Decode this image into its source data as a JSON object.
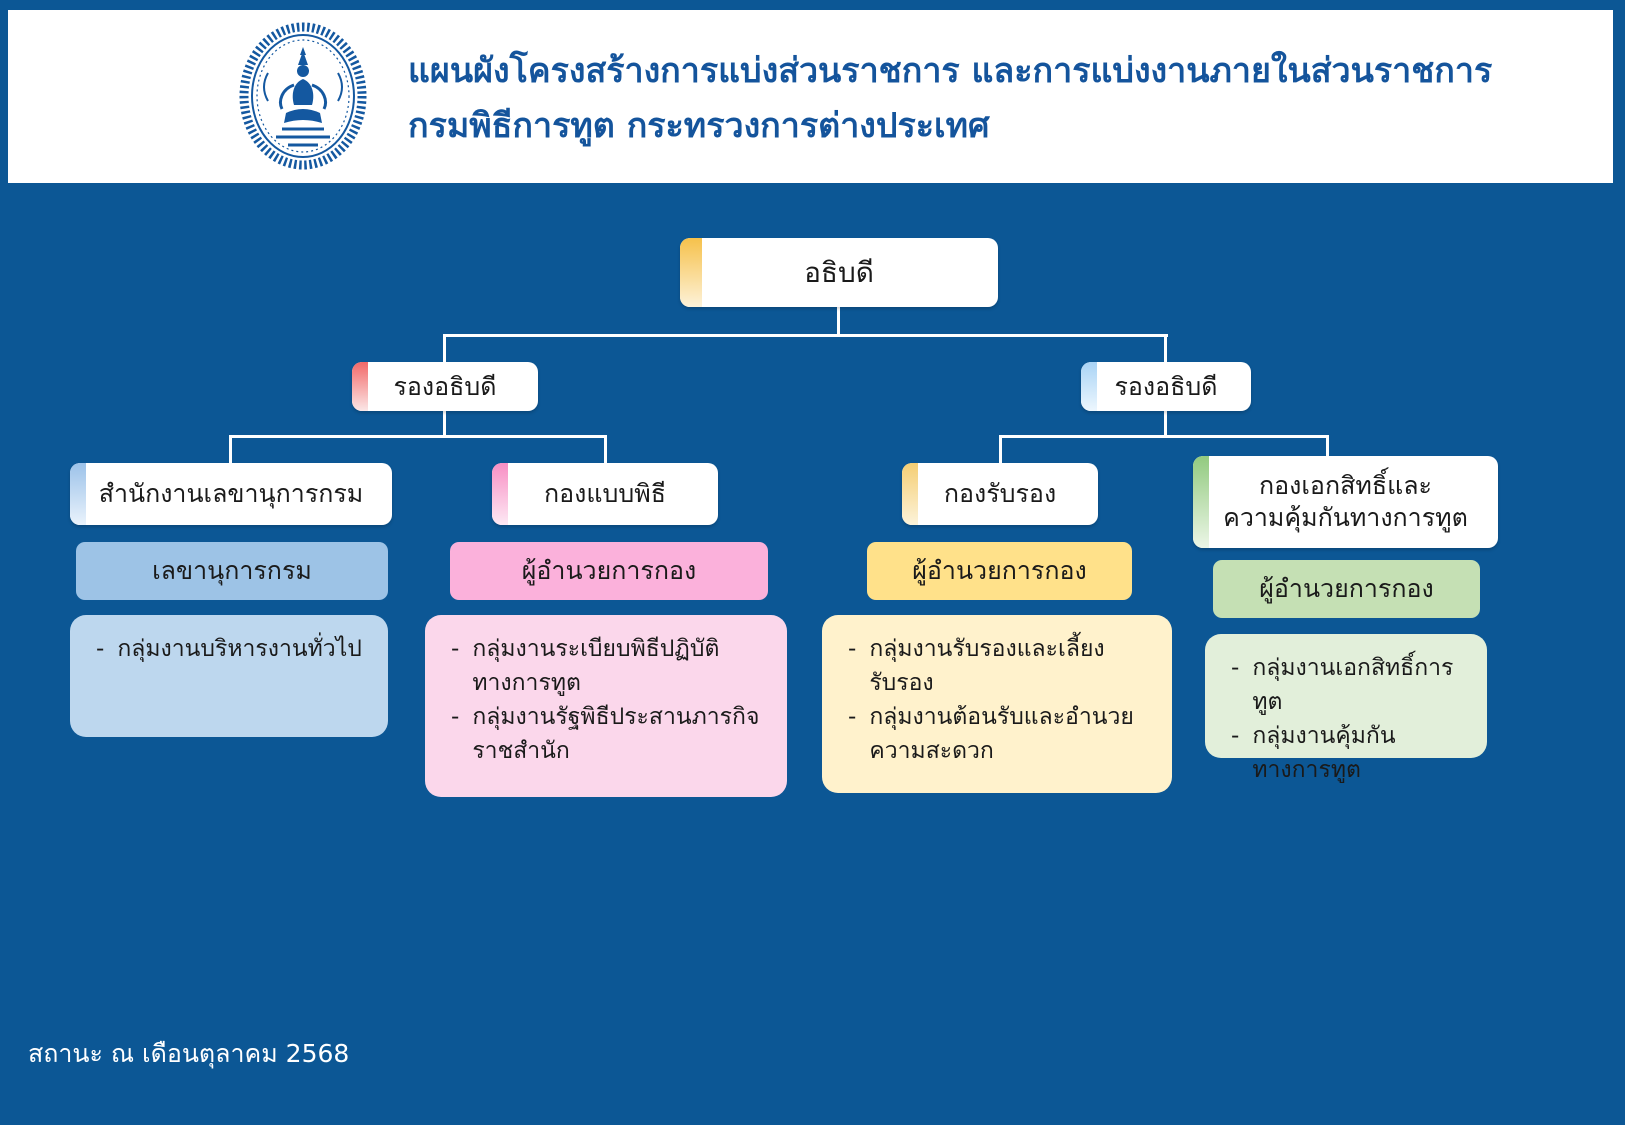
{
  "header": {
    "title_line1": "แผนผังโครงสร้างการแบ่งส่วนราชการ และการแบ่งงานภายในส่วนราชการ",
    "title_line2": "กรมพิธีการทูต กระทรวงการต่างประเทศ",
    "emblem_icon": "ministry-of-foreign-affairs-seal"
  },
  "chart": {
    "bullet": "-",
    "root": {
      "label": "อธิบดี"
    },
    "deputies": [
      {
        "label": "รองอธิบดี"
      },
      {
        "label": "รองอธิบดี"
      }
    ],
    "columns": [
      {
        "dept": "สำนักงานเลขานุการกรม",
        "head": "เลขานุการกรม",
        "items": [
          "กลุ่มงานบริหารงานทั่วไป"
        ]
      },
      {
        "dept": "กองแบบพิธี",
        "head": "ผู้อำนวยการกอง",
        "items": [
          "กลุ่มงานระเบียบพิธีปฏิบัติ\nทางการทูต",
          "กลุ่มงานรัฐพิธีประสานภารกิจ\nราชสำนัก"
        ]
      },
      {
        "dept": "กองรับรอง",
        "head": "ผู้อำนวยการกอง",
        "items": [
          "กลุ่มงานรับรองและเลี้ยงรับรอง",
          "กลุ่มงานต้อนรับและอำนวย\nความสะดวก"
        ]
      },
      {
        "dept": "กองเอกสิทธิ์และ\nความคุ้มกันทางการทูต",
        "head": "ผู้อำนวยการกอง",
        "items": [
          "กลุ่มงานเอกสิทธิ์การทูต",
          "กลุ่มงานคุ้มกันทางการทูต"
        ]
      }
    ]
  },
  "footer": {
    "status": "สถานะ ณ เดือนตุลาคม 2568"
  },
  "palette": {
    "background": "#0C5795",
    "title_text": "#14549C",
    "connector": "#FFFFFF",
    "root_accent": "#F6C14B",
    "deputy_left_accent": "#F26969",
    "deputy_right_accent": "#A9D3F5",
    "columns": [
      {
        "accent": "#9CC2E9",
        "header_bg": "#9DC3E6",
        "list_bg": "#BDD7EE"
      },
      {
        "accent": "#F88FC4",
        "header_bg": "#FBB1DB",
        "list_bg": "#FBD7EB"
      },
      {
        "accent": "#F5CE74",
        "header_bg": "#FFE18A",
        "list_bg": "#FFF2CC"
      },
      {
        "accent": "#92CA7F",
        "header_bg": "#C5E0B4",
        "list_bg": "#E2EFDA"
      }
    ]
  }
}
